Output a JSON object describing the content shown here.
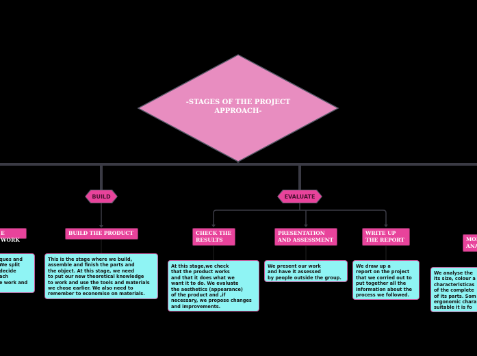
{
  "colors": {
    "background": "#000000",
    "diamond": "#e88dc0",
    "tag": "#e8439b",
    "note": "#8ff4f4",
    "connector": "#3a3a44"
  },
  "central": {
    "title": "-STAGES OF THE PROJECT APPROACH-"
  },
  "branches": {
    "build": {
      "label": "BUILD"
    },
    "evaluate": {
      "label": "EVALUATE"
    }
  },
  "topics": {
    "left_partial": {
      "label": "E WORK",
      "note": "ques and\n We split\n decide\nach\ne work and"
    },
    "build_product": {
      "label": "BUILD THE PRODUCT",
      "note": "This is the stage where we build,\nassemble and finish the parts and\nthe object. At this stage, we need\nto put our new theoretical knowledge\nto work and use the tools and materials\nwe chose earlier. We also need to\nremember to economise on materials."
    },
    "check_results": {
      "label": "CHECK THE\nRESULTS",
      "note": "At this stage,we check\nthat the product works\nand that it does what we\nwant it to do. We evaluate\nthe aesthetics (appearance)\nof the product and ,if\nnecessary, we propose changes\nand improvements."
    },
    "presentation": {
      "label": "PRESENTATION\nAND ASSESSMENT",
      "note": "We present our work\nand have it assessed\nby people outside the group."
    },
    "write_up": {
      "label": "WRITE UP\nTHE REPORT",
      "note": "We draw up a\nreport on the project\nthat we corried out to\nput together all the\ninformation about the\nprocess we followed."
    },
    "right_partial": {
      "label": "MOD\nANA",
      "note": "We analyse the\nits size, colour a\ncharacteristicas\nof the complete\nof its parts. Som\nergonomic chara\nsuitable it is fo"
    }
  }
}
